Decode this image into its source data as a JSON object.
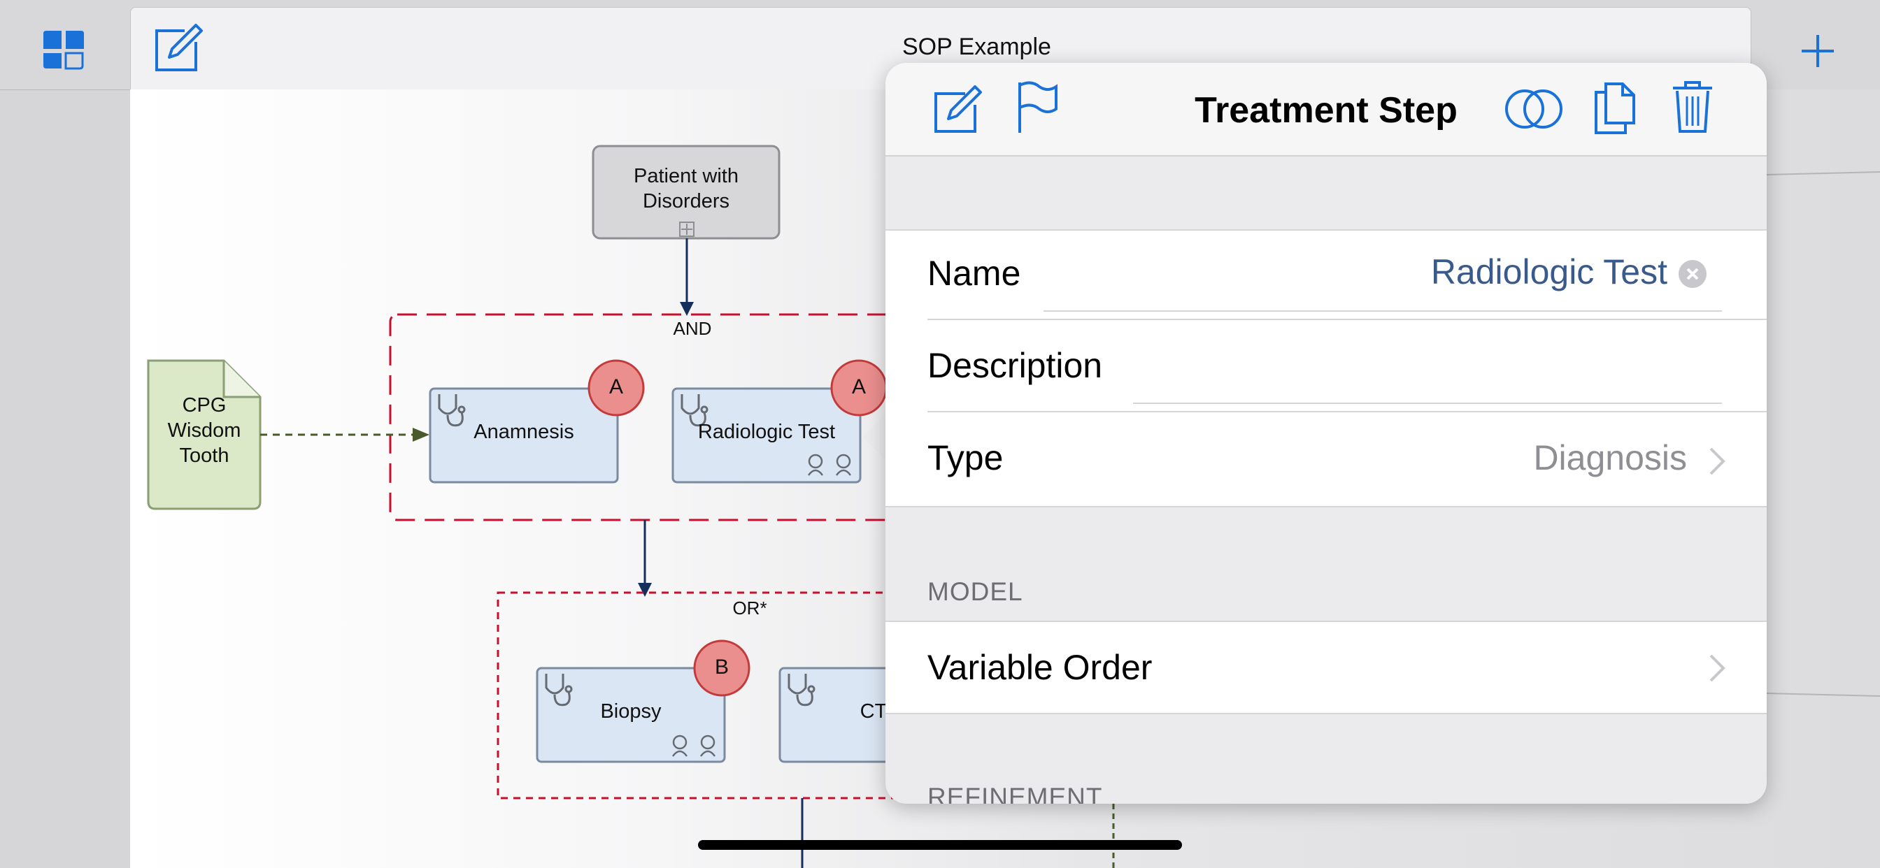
{
  "toolbar": {
    "title": "SOP Example",
    "sidebar_icon": "sidebar-layout-icon",
    "edit_icon": "compose-icon",
    "add_icon": "plus-icon"
  },
  "diagram": {
    "start_node": {
      "line1": "Patient with",
      "line2": "Disorders"
    },
    "guideline_node": {
      "line1": "CPG",
      "line2": "Wisdom",
      "line3": "Tooth"
    },
    "and_group": {
      "label": "AND"
    },
    "or_group": {
      "label": "OR*"
    },
    "steps": [
      {
        "name": "Anamnesis",
        "badge": "A"
      },
      {
        "name": "Radiologic Test",
        "badge": "A"
      },
      {
        "name": "Biopsy",
        "badge": "B"
      },
      {
        "name": "CT",
        "badge": ""
      }
    ]
  },
  "panel": {
    "title": "Treatment Step",
    "header_icons": [
      "compose-icon",
      "flag-icon",
      "overlap-circles-icon",
      "copy-icon",
      "trash-icon"
    ],
    "fields": {
      "name_label": "Name",
      "name_value": "Radiologic Test",
      "description_label": "Description",
      "description_value": "",
      "type_label": "Type",
      "type_value": "Diagnosis"
    },
    "model_section": "MODEL",
    "variable_order_label": "Variable Order",
    "refinement_section": "REFINEMENT"
  },
  "colors": {
    "accent": "#1a72d9",
    "name_value": "#3a5a8c",
    "type_value": "#8e8e93",
    "and_border": "#c8102e",
    "guideline_fill": "#dbe9c8",
    "step_fill": "#dbe6f4",
    "badge_fill": "#ea8e8e"
  }
}
